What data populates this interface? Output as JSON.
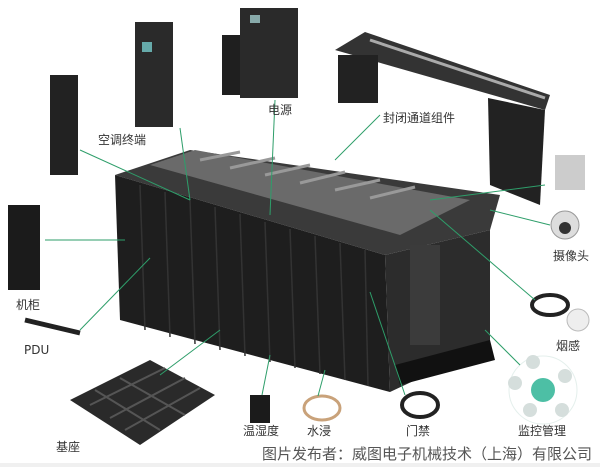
{
  "components": [
    {
      "id": "ac",
      "label": "空调终端"
    },
    {
      "id": "power",
      "label": "电源"
    },
    {
      "id": "aisle",
      "label": "封闭通道组件"
    },
    {
      "id": "camera",
      "label": "摄像头"
    },
    {
      "id": "rack",
      "label": "机柜"
    },
    {
      "id": "pdu",
      "label": "PDU"
    },
    {
      "id": "smoke",
      "label": "烟感"
    },
    {
      "id": "base",
      "label": "基座"
    },
    {
      "id": "temp",
      "label": "温湿度"
    },
    {
      "id": "water",
      "label": "水浸"
    },
    {
      "id": "door",
      "label": "门禁"
    },
    {
      "id": "monitor",
      "label": "监控管理"
    }
  ],
  "watermark": "图片发布者：威图电子机械技术（上海）有限公司",
  "colors": {
    "leader": "#2e9e6a",
    "cabinet": "#1e1e1e",
    "monitor_hub": "#4dbfa5"
  }
}
